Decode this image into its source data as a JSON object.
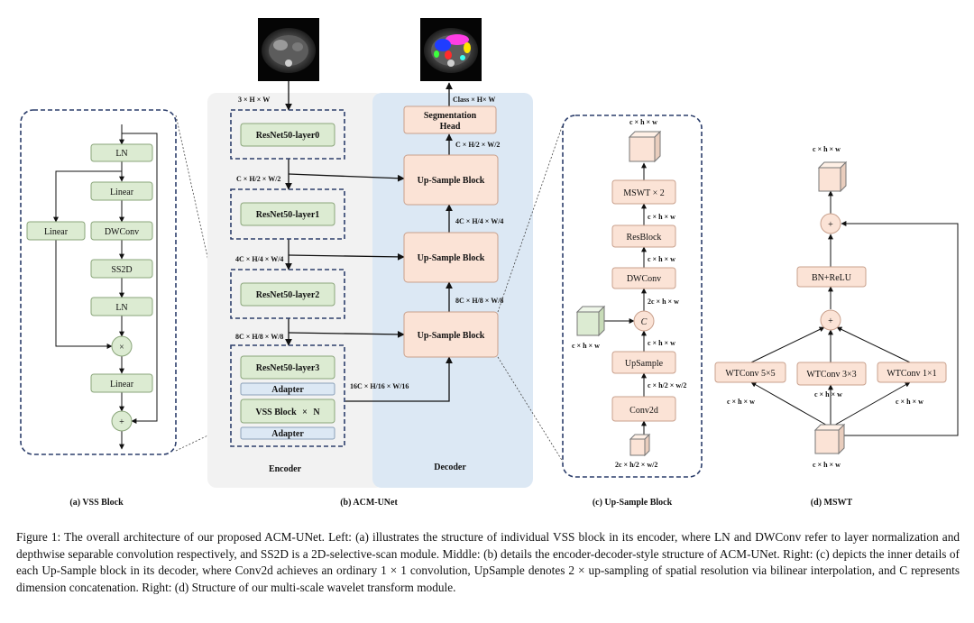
{
  "panels": {
    "a": {
      "caption": "(a) VSS Block",
      "nodes": {
        "ln1": "LN",
        "linear1": "Linear",
        "linear_side": "Linear",
        "dwconv": "DWConv",
        "ss2d": "SS2D",
        "ln2": "LN",
        "mult": "×",
        "linear2": "Linear",
        "add": "+"
      }
    },
    "b": {
      "caption": "(b) ACM-UNet",
      "encoder_label": "Encoder",
      "decoder_label": "Decoder",
      "layers": [
        "ResNet50-layer0",
        "ResNet50-layer1",
        "ResNet50-layer2",
        "ResNet50-layer3"
      ],
      "adapter": "Adapter",
      "vss": "VSS Block",
      "times": "×",
      "n": "N",
      "upsample": "Up-Sample Block",
      "seghead_line1": "Segmentation",
      "seghead_line2": "Head",
      "dim_input": "3 × H × W",
      "dim_output": "Class × H× W",
      "dims_enc": [
        "C × H/2 × W/2",
        "4C × H/4 × W/4",
        "8C × H/8 × W/8",
        "16C × H/16 × W/16"
      ],
      "dims_dec": [
        "C × H/2 × W/2",
        "4C × H/4 × W/4",
        "8C × H/8 × W/8"
      ]
    },
    "c": {
      "caption": "(c) Up-Sample Block",
      "nodes": {
        "mswt": "MSWT × 2",
        "resblock": "ResBlock",
        "dwconv": "DWConv",
        "concat": "C",
        "upsample": "UpSample",
        "conv2d": "Conv2d"
      },
      "dims": {
        "top": "c × h × w",
        "mswt_out": "c × h × w",
        "res_out": "c × h × w",
        "dw_in": "2c × h × w",
        "cube_side": "c × h × w",
        "up_out": "c × h × w",
        "conv_out": "c × h/2 × w/2",
        "input": "2c × h/2 × w/2"
      }
    },
    "d": {
      "caption": "(d) MSWT",
      "nodes": {
        "bnrelu": "BN+ReLU",
        "add": "+",
        "wt5": "WTConv 5×5",
        "wt3": "WTConv 3×3",
        "wt1": "WTConv 1×1"
      },
      "dims": {
        "top": "c × h × w",
        "left": "c × h × w",
        "mid": "c × h × w",
        "right": "c × h × w",
        "bottom": "c × h × w"
      }
    }
  },
  "caption": {
    "text": "Figure 1: The overall architecture of our proposed ACM-UNet. Left: (a) illustrates the structure of individual VSS block in its encoder, where LN and DWConv refer to layer normalization and depthwise separable convolution respectively, and SS2D is a 2D-selective-scan module. Middle: (b) details the encoder-decoder-style structure of ACM-UNet. Right: (c) depicts the inner details of each Up-Sample block in its decoder, where Conv2d achieves an ordinary 1 × 1 convolution, UpSample denotes 2 × up-sampling of spatial resolution via bilinear interpolation, and C represents dimension concatenation. Right: (d) Structure of our multi-scale wavelet transform module."
  },
  "colors": {
    "green": "#dcebd2",
    "green_border": "#8aa57a",
    "pink": "#fbe3d6",
    "pink_border": "#c9a08c",
    "navy": "#2c3e6b",
    "encoder_bg": "#f2f2f2",
    "decoder_bg": "#dce8f4"
  }
}
